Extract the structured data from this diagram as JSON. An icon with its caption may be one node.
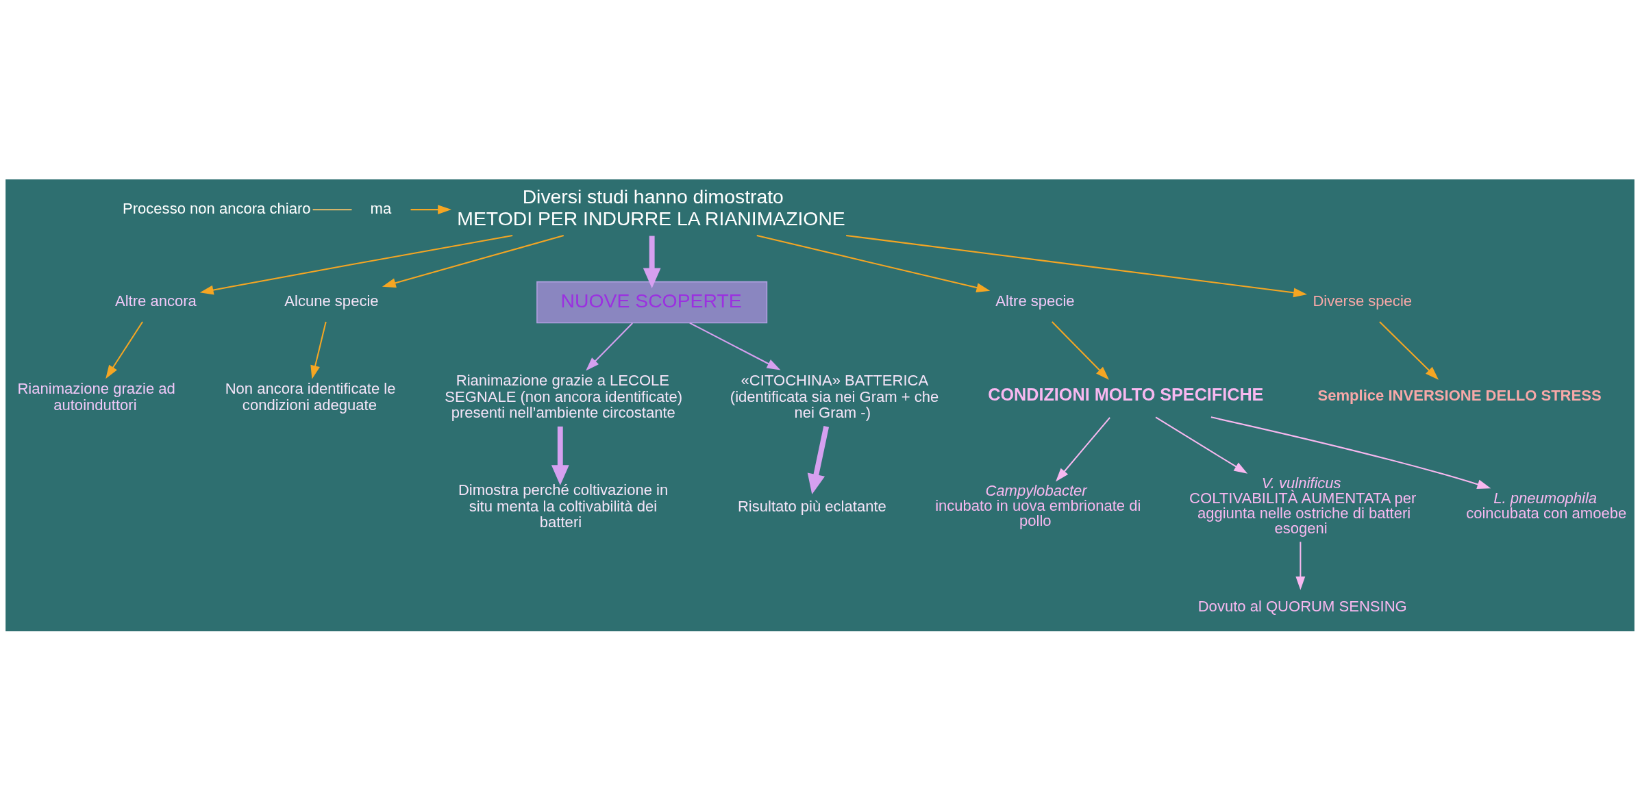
{
  "diagram": {
    "nodes": [
      {
        "text": [
          "Processo non ancora chiaro"
        ]
      },
      {
        "text": [
          "ma"
        ]
      },
      {
        "text": [
          "Diversi studi hanno dimostrato",
          "METODI PER INDURRE LA RIANIMAZIONE"
        ]
      },
      {
        "text": [
          "Altre ancora"
        ]
      },
      {
        "text": [
          "Rianimazione grazie ad autoinduttori"
        ]
      },
      {
        "text": [
          "Alcune specie"
        ]
      },
      {
        "text": [
          "Non ancora identificate le condizioni adeguate"
        ]
      },
      {
        "text": [
          "NUOVE SCOPERTE"
        ]
      },
      {
        "text": [
          "Rianimazione grazie a LECOLE SEGNALE (non ancora identificate) presenti nell’ambiente circostante"
        ]
      },
      {
        "text": [
          "Dimostra perché coltivazione in situ menta la coltivabilità dei batteri"
        ]
      },
      {
        "text": [
          "«CITOCHINA» BATTERICA",
          "(identificata sia nei Gram + che nei Gram -)"
        ]
      },
      {
        "text": [
          "Risultato più eclatante"
        ]
      },
      {
        "text": [
          "Altre specie"
        ]
      },
      {
        "text": [
          "CONDIZIONI MOLTO SPECIFICHE"
        ]
      },
      {
        "text": [
          "Campylobacter",
          "incubato in uova embrionate di pollo"
        ]
      },
      {
        "text": [
          "V. vulnificus",
          "COLTIVABILITÀ AUMENTATA per aggiunta nelle ostriche di batteri esogeni"
        ]
      },
      {
        "text": [
          "Dovuto al QUORUM SENSING"
        ]
      },
      {
        "text": [
          "L. pneumophila",
          "coincubata con amoebe"
        ]
      },
      {
        "text": [
          "Diverse specie"
        ]
      },
      {
        "text": [
          "Semplice INVERSIONE DELLO STRESS"
        ]
      }
    ],
    "edges": [
      {
        "from": 0,
        "to": 1,
        "arrow": "none",
        "color": "#d4b46a"
      },
      {
        "from": 1,
        "to": 2,
        "arrow": "to"
      },
      {
        "from": 2,
        "to": 3,
        "arrow": "to"
      },
      {
        "from": 2,
        "to": 5,
        "arrow": "to"
      },
      {
        "from": 2,
        "to": 7,
        "arrow": "to",
        "style": "thick",
        "color": "#d6a0f0"
      },
      {
        "from": 2,
        "to": 12,
        "arrow": "to"
      },
      {
        "from": 2,
        "to": 18,
        "arrow": "to"
      },
      {
        "from": 3,
        "to": 4,
        "arrow": "to"
      },
      {
        "from": 5,
        "to": 6,
        "arrow": "to"
      },
      {
        "from": 7,
        "to": 8,
        "arrow": "to",
        "color": "#d6a0f0"
      },
      {
        "from": 7,
        "to": 10,
        "arrow": "to",
        "color": "#d6a0f0"
      },
      {
        "from": 8,
        "to": 9,
        "arrow": "to",
        "style": "thick",
        "color": "#d6a0f0"
      },
      {
        "from": 10,
        "to": 11,
        "arrow": "to",
        "style": "thick",
        "color": "#d6a0f0"
      },
      {
        "from": 12,
        "to": 13,
        "arrow": "to"
      },
      {
        "from": 18,
        "to": 19,
        "arrow": "to"
      },
      {
        "from": 13,
        "to": 14,
        "arrow": "to",
        "color": "#f8b8f0"
      },
      {
        "from": 13,
        "to": 15,
        "arrow": "to",
        "color": "#f8b8f0"
      },
      {
        "from": 13,
        "to": 17,
        "arrow": "to",
        "color": "#f8b8f0"
      },
      {
        "from": 15,
        "to": 16,
        "arrow": "to",
        "color": "#f8b8f0"
      }
    ]
  }
}
